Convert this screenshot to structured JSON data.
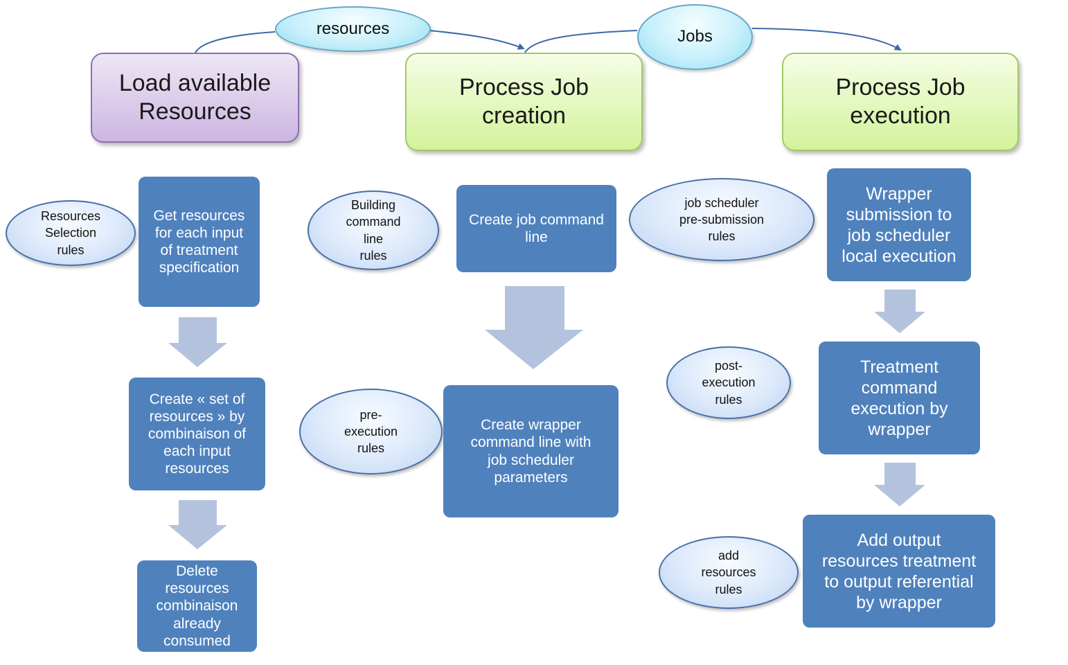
{
  "headers": {
    "load_resources": "Load available\nResources",
    "job_creation": "Process Job\ncreation",
    "job_execution": "Process Job\nexecution"
  },
  "links": {
    "resources": "resources",
    "jobs": "Jobs"
  },
  "load_column": {
    "rules": "Resources\nSelection\nrules",
    "step1": "Get resources\nfor each input\nof treatment\nspecification",
    "step2": "Create « set of\nresources » by\ncombinaison of\neach input\nresources",
    "step3": "Delete\nresources\ncombinaison\nalready\nconsumed"
  },
  "creation_column": {
    "rules_building": "Building\ncommand\nline\nrules",
    "step1": "Create job command\nline",
    "rules_pre_execution": "pre-\nexecution\nrules",
    "step2": "Create wrapper\ncommand line with\njob scheduler\nparameters"
  },
  "execution_column": {
    "rules_pre_submission": "job scheduler\npre-submission\nrules",
    "step1": "Wrapper\nsubmission to\njob scheduler\nlocal execution",
    "rules_post_execution": "post-\nexecution\nrules",
    "step2": "Treatment\ncommand\nexecution by\nwrapper",
    "rules_add_resources": "add\nresources\nrules",
    "step3": "Add output\nresources treatment\nto output referential\nby wrapper"
  },
  "colors": {
    "process_box": "#4f81bd",
    "down_arrow": "#b4c3dd",
    "header_purple": "#cdb6e2",
    "header_green": "#d2f39a",
    "connector": "#3b6aa6"
  }
}
